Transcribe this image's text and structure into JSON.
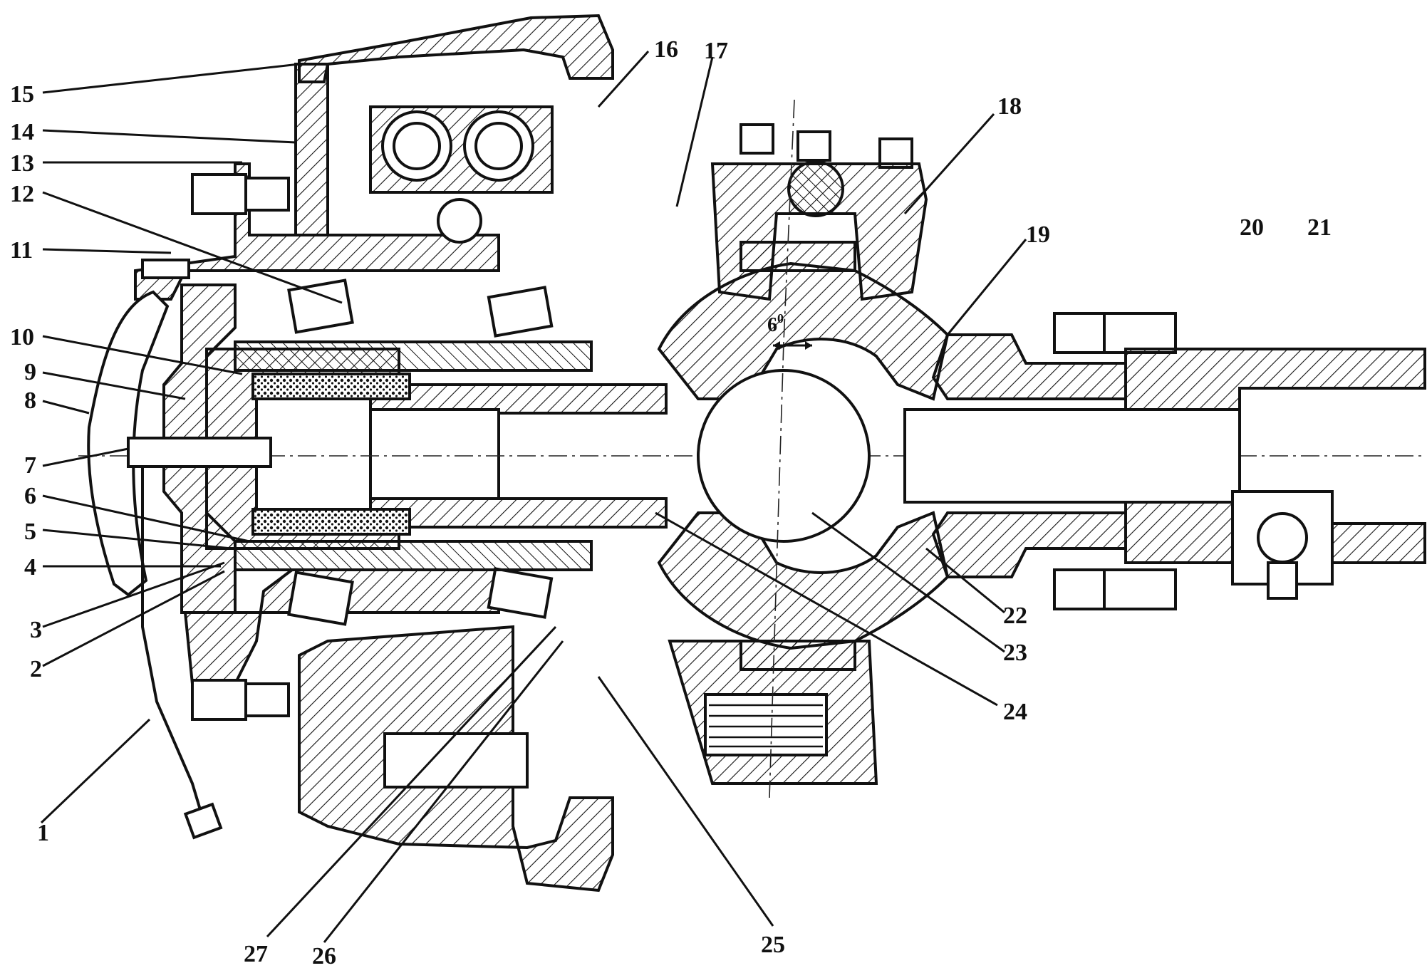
{
  "figure": {
    "angle_label": "6",
    "angle_unit": "0",
    "callouts": [
      "1",
      "2",
      "3",
      "4",
      "5",
      "6",
      "7",
      "8",
      "9",
      "10",
      "11",
      "12",
      "13",
      "14",
      "15",
      "16",
      "17",
      "18",
      "19",
      "20",
      "21",
      "22",
      "23",
      "24",
      "25",
      "26",
      "27"
    ]
  }
}
